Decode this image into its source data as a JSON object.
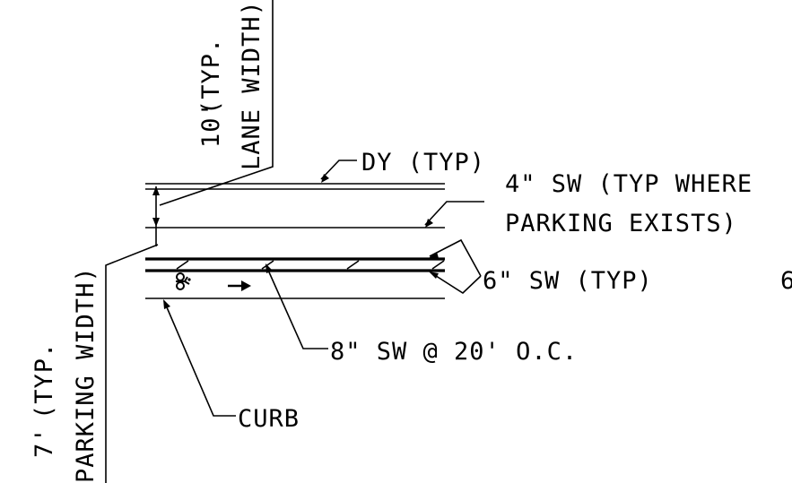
{
  "labels": {
    "lane_width_dim": "10'",
    "lane_width_note_1": "(TYP.",
    "lane_width_note_2": "LANE WIDTH)",
    "parking_width_dim": "7'",
    "parking_width_note_1": "(TYP.",
    "parking_width_note_2": "PARKING WIDTH)",
    "double_yellow": "DY (TYP)",
    "sw4_line1": "4\" SW (TYP WHERE",
    "sw4_line2": "PARKING EXISTS)",
    "sw6": "6\" SW (TYP)",
    "sw8": "8\" SW @ 20' O.C.",
    "curb": "CURB",
    "cutoff_digit": "6"
  },
  "colors": {
    "line": "#000000",
    "background": "#ffffff"
  },
  "icons": {
    "bike_symbol": "bicycle-pavement-marking-icon",
    "arrow_symbol": "direction-arrow-icon"
  }
}
